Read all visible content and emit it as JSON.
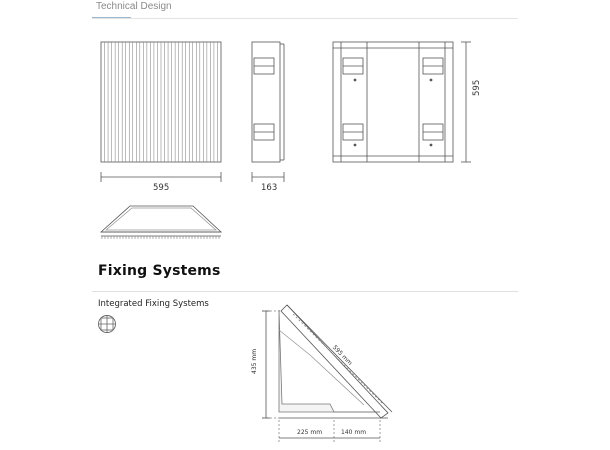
{
  "tabs": [
    {
      "label": "Technical Design",
      "active": true
    }
  ],
  "technical": {
    "front_width": "595",
    "side_depth": "163",
    "back_height": "595"
  },
  "fixing": {
    "title": "Fixing Systems",
    "subtitle": "Integrated Fixing Systems",
    "icon": "wall-mount-icon",
    "dims": {
      "height": "435 mm",
      "diagonal": "595 mm",
      "base_left": "225 mm",
      "base_right": "140 mm"
    }
  },
  "colors": {
    "accent": "#9bb7cf",
    "line": "#444444",
    "divider": "#e0e0e0"
  }
}
